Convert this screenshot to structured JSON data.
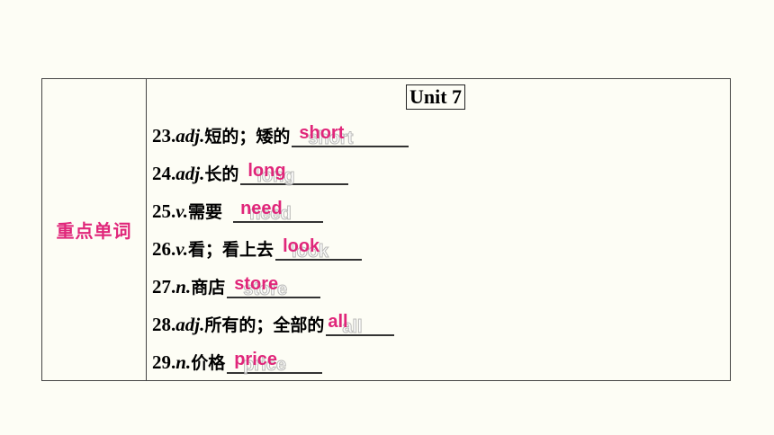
{
  "table": {
    "category_label": "重点单词",
    "unit_title": "Unit 7",
    "items": [
      {
        "num": "23.",
        "pos": "adj.",
        "meaning": "短的；矮的",
        "answer": "short"
      },
      {
        "num": "24.",
        "pos": "adj.",
        "meaning": "长的",
        "answer": "long"
      },
      {
        "num": "25.",
        "pos": "v.",
        "meaning": "需要",
        "answer": "need"
      },
      {
        "num": "26.",
        "pos": "v.",
        "meaning": "看；看上去",
        "answer": "look"
      },
      {
        "num": "27.",
        "pos": "n.",
        "meaning": "商店",
        "answer": "store"
      },
      {
        "num": "28.",
        "pos": "adj.",
        "meaning": "所有的；全部的",
        "answer": "all"
      },
      {
        "num": "29.",
        "pos": "n.",
        "meaning": "价格",
        "answer": "price"
      }
    ]
  },
  "colors": {
    "accent": "#e0267a"
  }
}
